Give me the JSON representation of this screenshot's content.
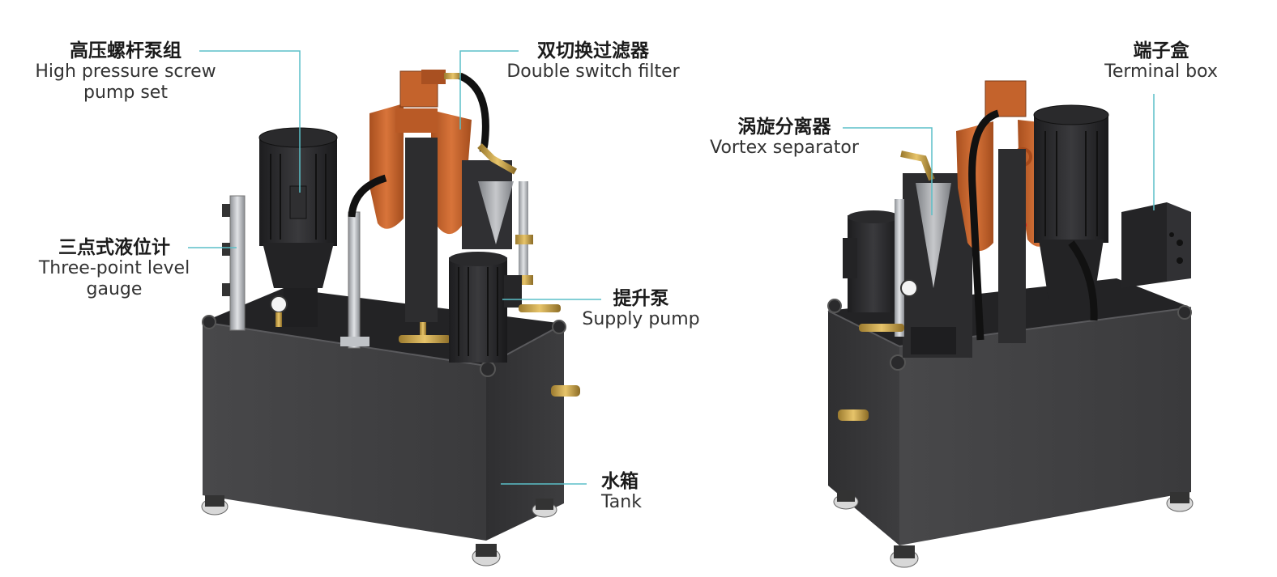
{
  "colors": {
    "leader_line": "#5bbfc8",
    "tank_dark": "#3f3f41",
    "tank_side": "#2e2e30",
    "tank_top": "#262628",
    "filter_orange": "#c8642d",
    "brass": "#c9a24a",
    "steel": "#b9bcc0"
  },
  "labels": {
    "pump_set": {
      "zh": "高压螺杆泵组",
      "en_line1": "High pressure screw",
      "en_line2": "pump set"
    },
    "filter": {
      "zh": "双切换过滤器",
      "en": "Double switch filter"
    },
    "level": {
      "zh": "三点式液位计",
      "en_line1": "Three-point level",
      "en_line2": "gauge"
    },
    "supply": {
      "zh": "提升泵",
      "en": "Supply pump"
    },
    "tank": {
      "zh": "水箱",
      "en": "Tank"
    },
    "terminal": {
      "zh": "端子盒",
      "en": "Terminal box"
    },
    "vortex": {
      "zh": "涡旋分离器",
      "en": "Vortex separator"
    }
  }
}
